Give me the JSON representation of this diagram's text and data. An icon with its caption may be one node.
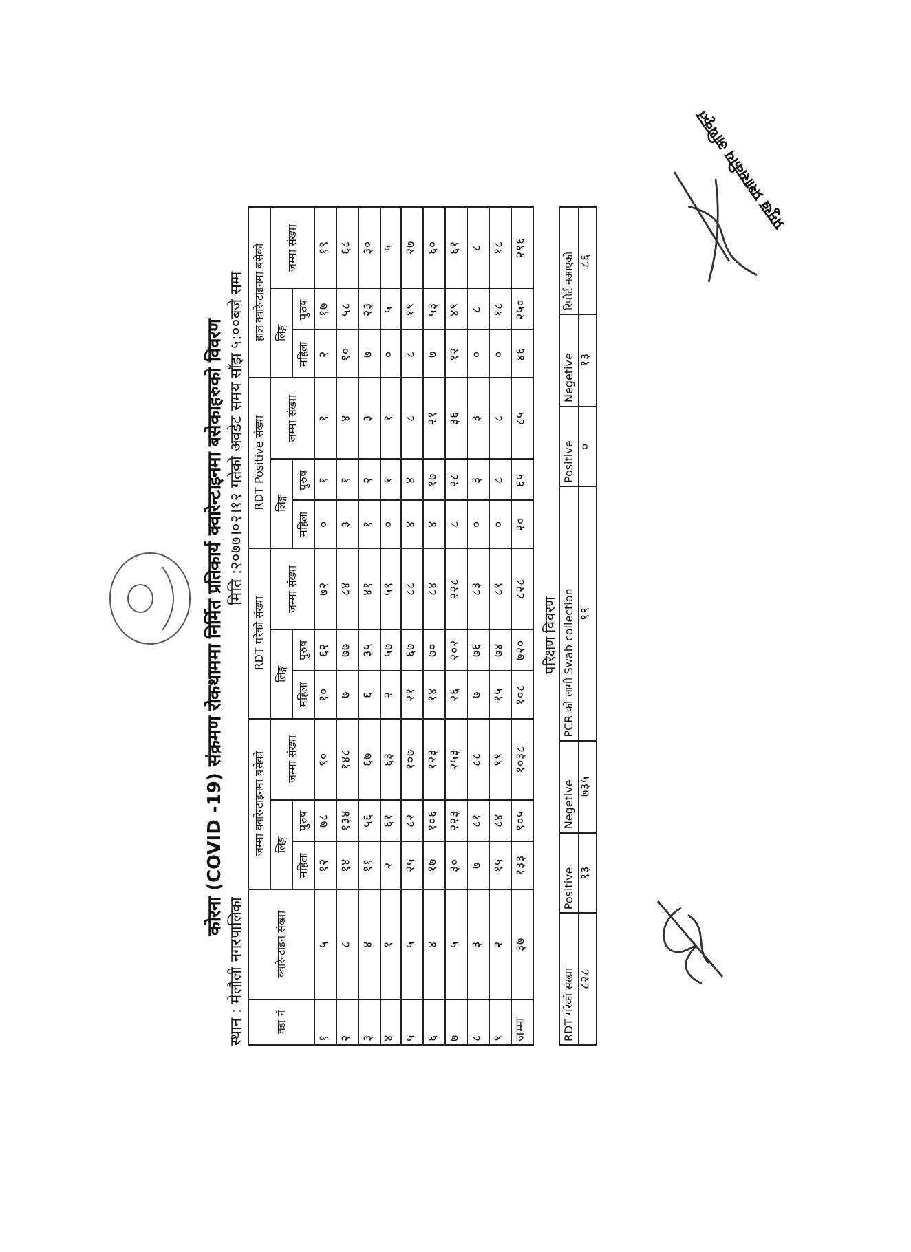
{
  "diagram": {
    "title": "कोरना (COVID -19) संक्रमण रोकथाममा निर्मित प्रतिकार्य क्वारेन्टाइनमा बसेकाहरुको विवरण",
    "labels": [
      "स्थान : मेलौली नगरपालिका",
      "मिति :२०७७।०२।१२ गतेको अवडेट समय साँझ ५:००बजे सम्म",
      "वडा नं",
      "क्वारेन्टाइन संख्या",
      "जम्मा क्वारेन्टाइनमा बसेको",
      "RDT गरेको संख्या",
      "RDT Positive संख्या",
      "हाल क्वारेन्टाइनमा बसेको",
      "लिङ्ग",
      "जम्मा संख्या",
      "लिङ्ग",
      "जम्मा संख्या",
      "लिङ्ग",
      "जम्मा संख्या",
      "लिङ्ग",
      "जम्मा संख्या",
      "महिला",
      "पुरुष",
      "महिला",
      "पुरुष",
      "महिला",
      "पुरुष",
      "महिला",
      "पुरुष",
      "१",
      "५",
      "१२",
      "७८",
      "९०",
      "१०",
      "६२",
      "७२",
      "०",
      "१",
      "१",
      "२",
      "१७",
      "१९",
      "२",
      "८",
      "१४",
      "१३४",
      "१४८",
      "७",
      "७७",
      "८४",
      "३",
      "१",
      "४",
      "१०",
      "५८",
      "६८",
      "३",
      "४",
      "११",
      "५६",
      "६७",
      "६",
      "३५",
      "४१",
      "१",
      "२",
      "३",
      "७",
      "२३",
      "३०",
      "४",
      "१",
      "२",
      "६१",
      "६३",
      "२",
      "५७",
      "५९",
      "०",
      "१",
      "१",
      "०",
      "५",
      "५",
      "५",
      "५",
      "२५",
      "८२",
      "१०७",
      "२१",
      "६७",
      "८८",
      "४",
      "४",
      "८",
      "८",
      "१९",
      "२७",
      "६",
      "४",
      "१७",
      "१०६",
      "१२३",
      "१४",
      "७०",
      "८४",
      "४",
      "१७",
      "२१",
      "७",
      "५३",
      "६०",
      "७",
      "५",
      "३०",
      "२२३",
      "२५३",
      "२६",
      "२०२",
      "२२८",
      "८",
      "२८",
      "३६",
      "१२",
      "४९",
      "६१",
      "८",
      "३",
      "७",
      "८१",
      "८८",
      "७",
      "७६",
      "८३",
      "०",
      "३",
      "३",
      "०",
      "८",
      "८",
      "९",
      "२",
      "१५",
      "८४",
      "९९",
      "१५",
      "७४",
      "८९",
      "०",
      "८",
      "८",
      "०",
      "१८",
      "१८",
      "जम्मा",
      "३७",
      "१३३",
      "९०५",
      "१०३८",
      "१०८",
      "७२०",
      "८२८",
      "२०",
      "६५",
      "८५",
      "४६",
      "२५०",
      "२९६",
      "परिक्षण विवरण",
      "RDT गरेको संख्या",
      "Positive",
      "Negetive",
      "PCR को लागी Swab collection",
      "Positive",
      "Negetive",
      "रिपोर्ट नआएको",
      "८२८",
      "९३",
      "७३५",
      "९९",
      "०",
      "१३",
      "८६",
      "प्रमुख प्रशासकीय अधिकृत"
    ]
  }
}
